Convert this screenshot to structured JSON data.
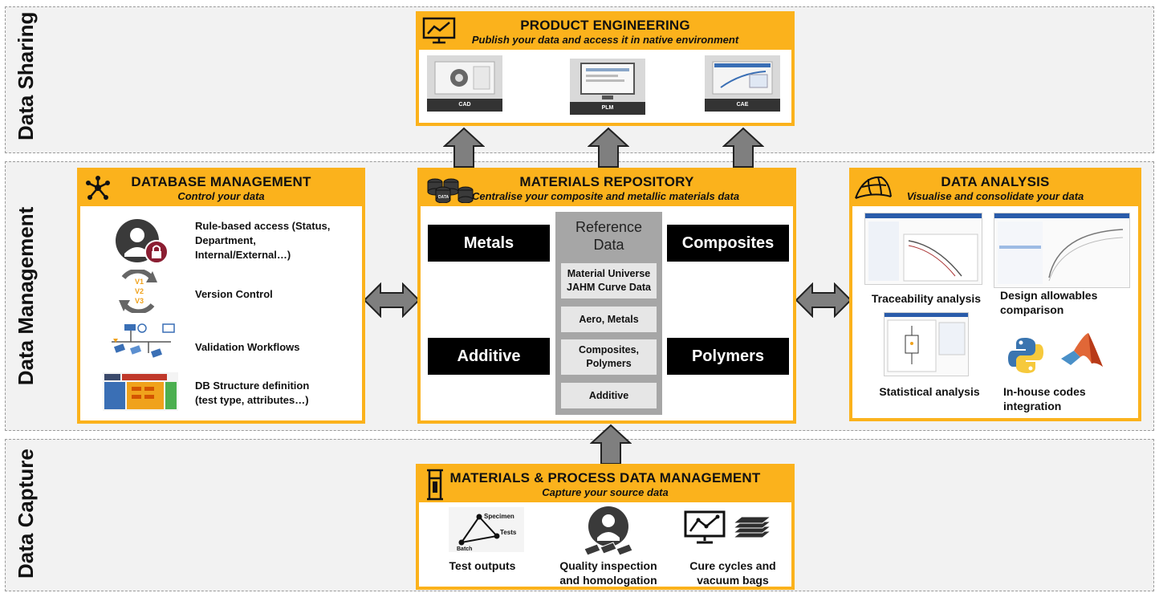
{
  "bands": {
    "sharing": "Data Sharing",
    "management": "Data Management",
    "capture": "Data Capture"
  },
  "product_engineering": {
    "title": "PRODUCT ENGINEERING",
    "subtitle": "Publish your data and access it in native environment",
    "tools": [
      "CAD",
      "PLM",
      "CAE"
    ]
  },
  "database_management": {
    "title": "DATABASE MANAGEMENT",
    "subtitle": "Control your data",
    "items": [
      "Rule-based access (Status, Department, Internal/External…)",
      "Version Control",
      "Validation Workflows",
      "DB Structure definition (test type, attributes…)"
    ],
    "version_labels": [
      "V1",
      "V2",
      "V3"
    ]
  },
  "materials_repository": {
    "title": "MATERIALS REPOSITORY",
    "subtitle": "Centralise your composite and metallic materials data",
    "categories": [
      "Metals",
      "Composites",
      "Additive",
      "Polymers"
    ],
    "reference": {
      "title": "Reference Data",
      "items": [
        "Material Universe JAHM Curve Data",
        "Aero, Metals",
        "Composites, Polymers",
        "Additive"
      ]
    },
    "db_icon_label": "DATA"
  },
  "data_analysis": {
    "title": "DATA ANALYSIS",
    "subtitle": "Visualise and consolidate your data",
    "items": [
      "Traceability analysis",
      "Design allowables comparison",
      "Statistical analysis",
      "In-house codes integration"
    ]
  },
  "mp_data_management": {
    "title": "MATERIALS & PROCESS DATA MANAGEMENT",
    "subtitle": "Capture your source data",
    "items": [
      "Test outputs",
      "Quality inspection and homologation",
      "Cure cycles and vacuum bags"
    ],
    "graph_nodes": [
      "Specimen",
      "Tests",
      "Batch"
    ]
  },
  "colors": {
    "accent": "#fbb21c",
    "band_bg": "#f2f2f2",
    "arrow": "#7f7f7f",
    "lock": "#8b1e32",
    "version_text": "#f0a21c"
  },
  "icons": [
    "line-chart-monitor-icon",
    "network-nodes-icon",
    "database-stack-icon",
    "mesh-surface-icon",
    "test-frame-icon",
    "user-lock-icon",
    "version-cycle-icon",
    "workflow-icon",
    "db-structure-icon",
    "python-logo-icon",
    "matlab-logo-icon",
    "inspector-icon",
    "cure-chart-icon",
    "vacuum-bag-stack-icon"
  ]
}
